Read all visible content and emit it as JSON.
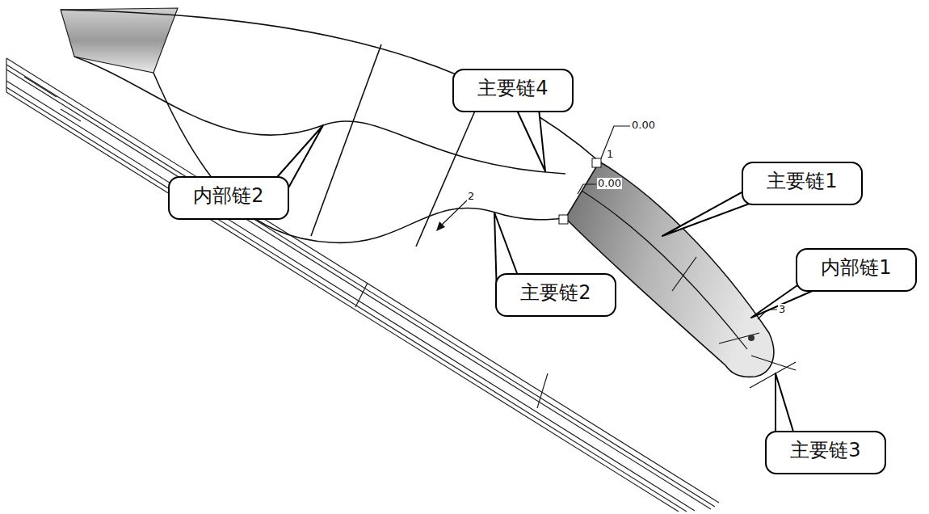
{
  "diagram": {
    "nodes": [
      {
        "text": [
          "主要链4"
        ]
      },
      {
        "text": [
          "主要链1"
        ]
      },
      {
        "text": [
          "内部链2"
        ]
      },
      {
        "text": [
          "内部链1"
        ]
      },
      {
        "text": [
          "主要链2"
        ]
      },
      {
        "text": [
          "主要链3"
        ]
      }
    ],
    "labels": [
      "0.00",
      "1",
      "0.00",
      "2",
      "3"
    ]
  }
}
